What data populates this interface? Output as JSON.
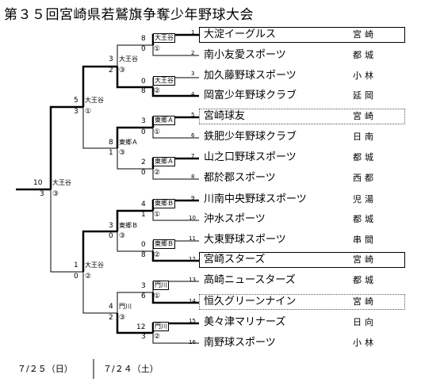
{
  "title": "第３５回宮崎県若鷲旗争奪少年野球大会",
  "teams": [
    {
      "no": "1",
      "name": "大淀イーグルス",
      "city": "宮崎"
    },
    {
      "no": "2",
      "name": "南小友愛スポーツ",
      "city": "都城"
    },
    {
      "no": "3",
      "name": "加久藤野球スポーツ",
      "city": "小林"
    },
    {
      "no": "4",
      "name": "岡富少年野球クラブ",
      "city": "延岡"
    },
    {
      "no": "5",
      "name": "宮崎球友",
      "city": "宮崎"
    },
    {
      "no": "6",
      "name": "鉄肥少年野球クラブ",
      "city": "日南"
    },
    {
      "no": "7",
      "name": "山之口野球スポーツ",
      "city": "都城"
    },
    {
      "no": "8",
      "name": "都於郡スポーツ",
      "city": "西都"
    },
    {
      "no": "9",
      "name": "川南中央野球スポーツ",
      "city": "児湯"
    },
    {
      "no": "10",
      "name": "沖水スポーツ",
      "city": "都城"
    },
    {
      "no": "11",
      "name": "大東野球スポーツ",
      "city": "串間"
    },
    {
      "no": "12",
      "name": "宮崎スターズ",
      "city": "宮崎"
    },
    {
      "no": "13",
      "name": "高崎ニュースターズ",
      "city": "都城"
    },
    {
      "no": "14",
      "name": "恒久グリーンナイン",
      "city": "宮崎"
    },
    {
      "no": "15",
      "name": "美々津マリナーズ",
      "city": "日向"
    },
    {
      "no": "16",
      "name": "南野球スポーツ",
      "city": "小林"
    }
  ],
  "round1": [
    {
      "top_score": "8",
      "bottom_score": "0",
      "winner": "大王谷",
      "game": "①"
    },
    {
      "top_score": "0",
      "bottom_score": "8",
      "winner": "大王谷",
      "game": "②"
    },
    {
      "top_score": "3",
      "bottom_score": "0",
      "winner": "東郷Ａ",
      "game": "①"
    },
    {
      "top_score": "2",
      "bottom_score": "0",
      "winner": "東郷Ａ",
      "game": "②"
    },
    {
      "top_score": "4",
      "bottom_score": "1",
      "winner": "東郷Ｂ",
      "game": "①"
    },
    {
      "top_score": "0",
      "bottom_score": "8",
      "winner": "東郷Ｂ",
      "game": "②"
    },
    {
      "top_score": "3",
      "bottom_score": "6",
      "winner": "門川",
      "game": "①"
    },
    {
      "top_score": "12",
      "bottom_score": "3",
      "winner": "門川",
      "game": "②"
    }
  ],
  "round2": [
    {
      "top_score": "3",
      "bottom_score": "2",
      "winner": "大王谷",
      "game": "③"
    },
    {
      "top_score": "8",
      "bottom_score": "1",
      "winner": "東郷Ａ",
      "game": "③"
    },
    {
      "top_score": "3",
      "bottom_score": "0",
      "winner": "東郷Ｂ",
      "game": "③"
    },
    {
      "top_score": "4",
      "bottom_score": "2",
      "winner": "門川",
      "game": "③"
    }
  ],
  "semis": [
    {
      "top_score": "5",
      "bottom_score": "3",
      "winner": "大王谷",
      "game": "①"
    },
    {
      "top_score": "1",
      "bottom_score": "0",
      "winner": "大王谷",
      "game": "②"
    }
  ],
  "final": {
    "top_score": "10",
    "bottom_score": "3",
    "winner": "大王谷",
    "game": "③"
  },
  "dates": {
    "day2": "７/２５（日）",
    "day1": "７/２４（土）"
  }
}
